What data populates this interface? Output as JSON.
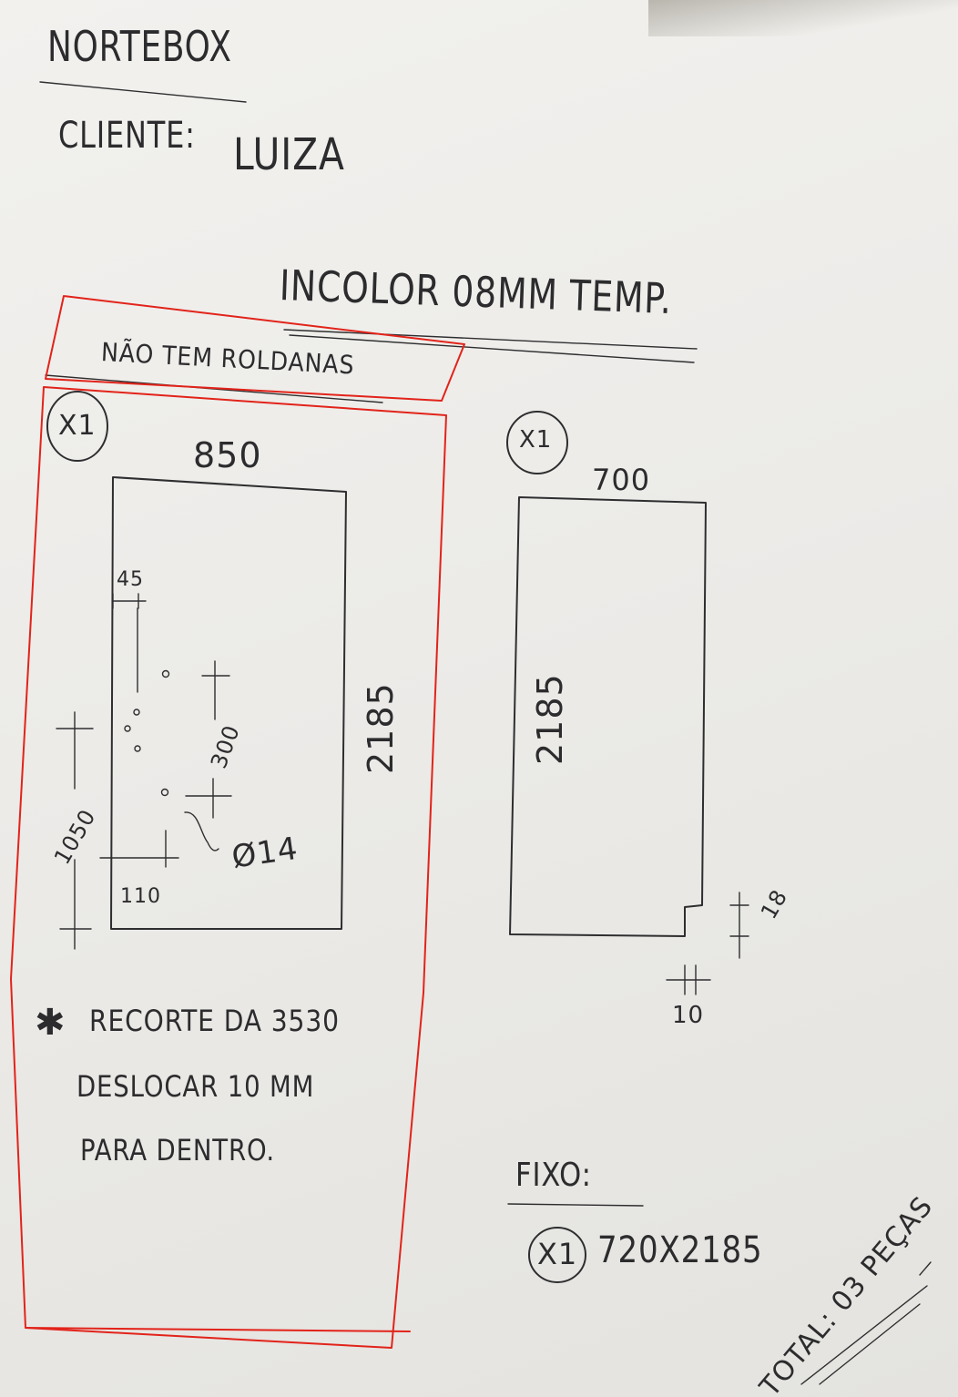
{
  "header": {
    "company": "NORTEBOX",
    "client_label": "CLIENTE:",
    "client_name": "LUIZA"
  },
  "spec": {
    "glass": "INCOLOR 08MM TEMP."
  },
  "note_top": "NÃO TEM ROLDANAS",
  "panel_left": {
    "qty": "X1",
    "width": "850",
    "height": "2185",
    "dim_edge_offset": "45",
    "dim_handle_spacing": "300",
    "dim_hole_diameter": "Ø14",
    "dim_from_floor": "1050",
    "dim_bottom_offset": "110"
  },
  "panel_right": {
    "qty": "X1",
    "width": "700",
    "height": "2185",
    "dim_notch_h": "18",
    "dim_notch_w": "10"
  },
  "cutout_note": {
    "marker": "✱",
    "line1": "RECORTE DA 3530",
    "line2": "DESLOCAR 10 MM",
    "line3": "PARA DENTRO."
  },
  "fixed": {
    "label": "FIXO:",
    "qty": "X1",
    "size": "720X2185"
  },
  "total": "TOTAL: 03 PEÇAS",
  "colors": {
    "ink": "#2e2e30",
    "markup_red": "#e2231a",
    "paper": "#efeeeb"
  }
}
